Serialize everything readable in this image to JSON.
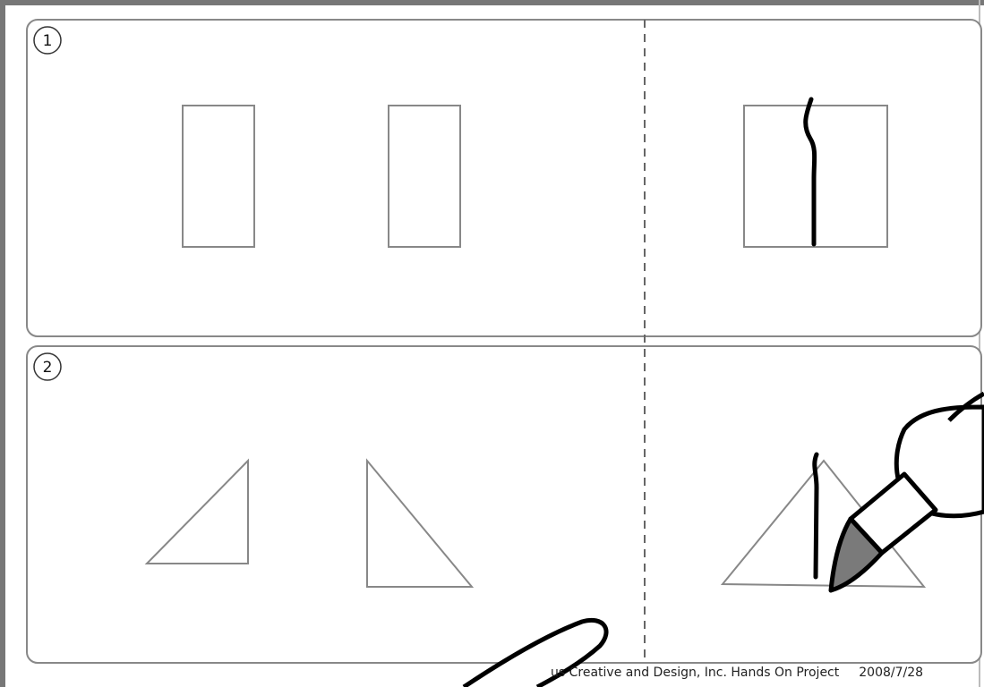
{
  "panels": [
    {
      "number": "1",
      "left_shapes": [
        "rectangle",
        "rectangle"
      ],
      "right_shape": "rectangle-with-cut-line"
    },
    {
      "number": "2",
      "left_shapes": [
        "right-triangle-left",
        "right-triangle-right"
      ],
      "right_shape": "triangle-with-cut-line"
    }
  ],
  "footer": {
    "credit": "us Creative and Design, Inc. Hands On Project",
    "date": "2008/7/28"
  },
  "icons": {
    "hand": "hand-with-marker-icon",
    "finger": "finger-icon"
  },
  "colors": {
    "border": "#7a7a7a",
    "shape_stroke": "#808080",
    "cut_line": "#000000",
    "marker_tip": "#7a7a7a"
  }
}
